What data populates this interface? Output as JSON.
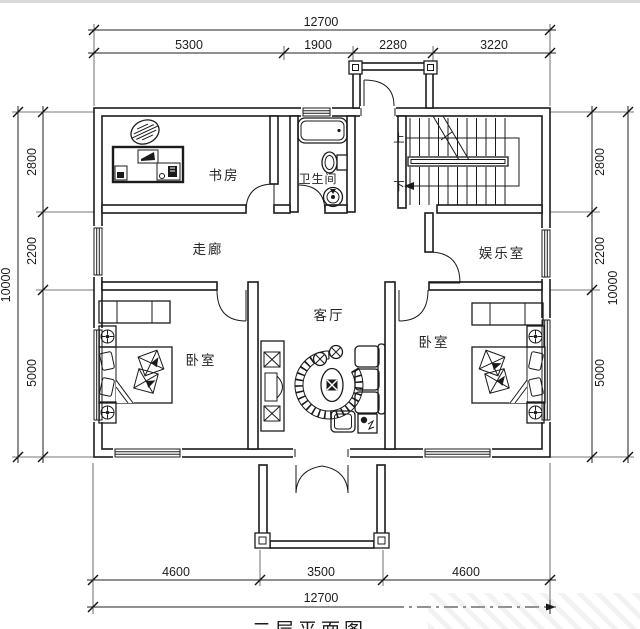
{
  "window": {
    "top_bar_color": "#d9d9d9"
  },
  "plan": {
    "caption": "二层平面图",
    "rooms": {
      "study": "书房",
      "bathroom": "卫生间",
      "corridor": "走廊",
      "entertainment": "娱乐室",
      "living_room": "客厅",
      "bedroom_left": "卧室",
      "bedroom_right": "卧室"
    },
    "stairs": {
      "up": "上",
      "down": "下"
    },
    "dimensions": {
      "top": {
        "total": "12700",
        "segments": [
          "5300",
          "1900",
          "2280",
          "3220"
        ]
      },
      "left": {
        "total": "10000",
        "segments": [
          "2800",
          "2200",
          "5000"
        ]
      },
      "right": {
        "total": "10000",
        "segments": [
          "2800",
          "2200",
          "5000"
        ]
      },
      "bottom": {
        "total": "12700",
        "segments": [
          "4600",
          "3500",
          "4600"
        ]
      }
    },
    "colors": {
      "ink": "#1b1b1b",
      "background": "#ffffff"
    }
  }
}
